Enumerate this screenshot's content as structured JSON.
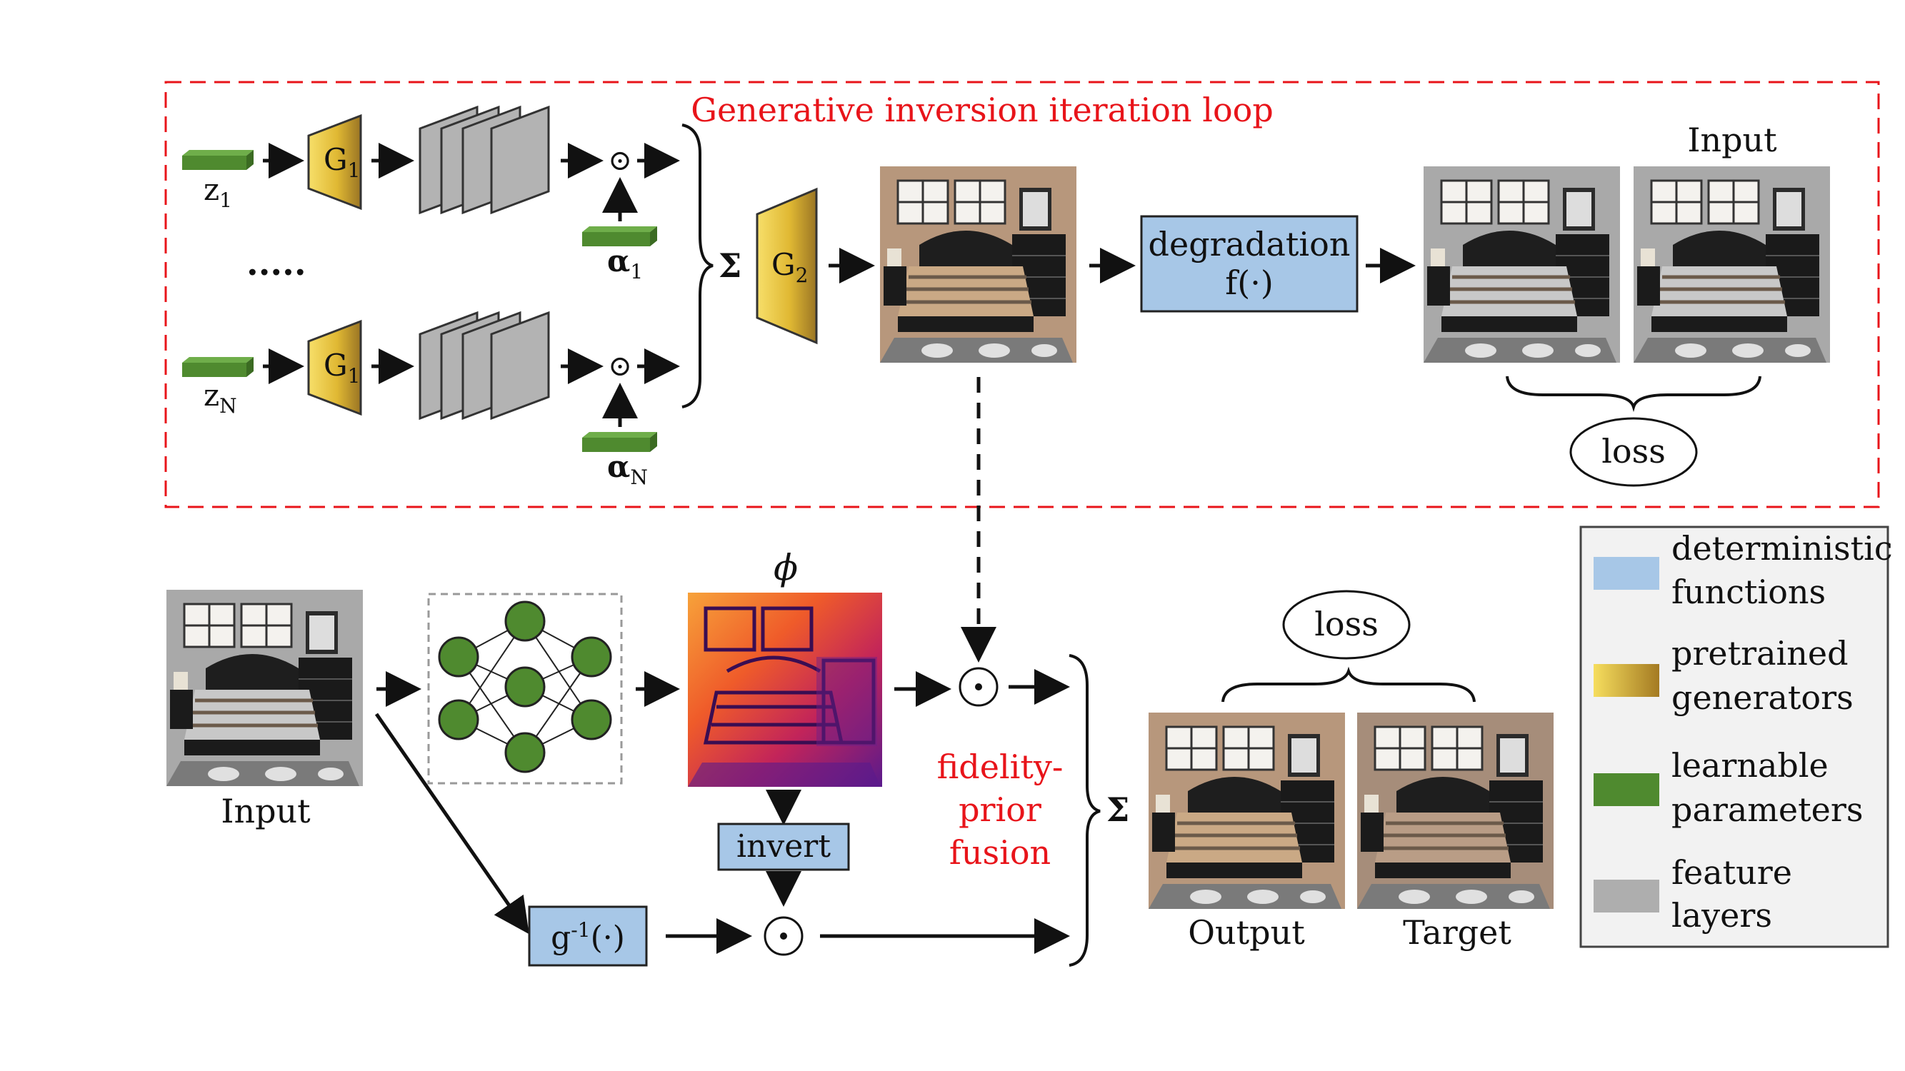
{
  "loop": {
    "title": "Generative inversion iteration loop",
    "z1_letter": "z",
    "z1_sub": "1",
    "zN_letter": "z",
    "zN_sub": "N",
    "g1_letter": "G",
    "g1_sub": "1",
    "g2_letter": "G",
    "g2_sub": "2",
    "ellipsis": ".....",
    "alpha1_letter": "α",
    "alpha1_sub": "1",
    "alphaN_letter": "α",
    "alphaN_sub": "N",
    "odot": "⊙",
    "sigma": "Σ",
    "degradation_line1": "degradation",
    "degradation_line2": "f(·)",
    "input_label": "Input",
    "loss_label": "loss"
  },
  "bottom": {
    "input_label": "Input",
    "phi_label": "ϕ",
    "invert_label": "invert",
    "ginv_letter": "g",
    "ginv_sup": "-1",
    "ginv_rest": "(·)",
    "fusion_line1": "fidelity-",
    "fusion_line2": "prior",
    "fusion_line3": "fusion",
    "sigma": "Σ",
    "loss_label": "loss",
    "output_label": "Output",
    "target_label": "Target"
  },
  "legend": {
    "items": [
      {
        "line1": "deterministic",
        "line2": "functions",
        "color": "#a7c7e7"
      },
      {
        "line1": "pretrained",
        "line2": "generators",
        "color": "#e6c43c"
      },
      {
        "line1": "learnable",
        "line2": "parameters",
        "color": "#4f8a2f"
      },
      {
        "line1": "feature",
        "line2": "layers",
        "color": "#aeaeae"
      }
    ]
  },
  "colors": {
    "accent_red": "#e8141a",
    "deterministic_blue": "#a7c7e7",
    "generator_gold": "#e6c43c",
    "learnable_green": "#4f8a2f",
    "feature_gray": "#aeaeae"
  }
}
